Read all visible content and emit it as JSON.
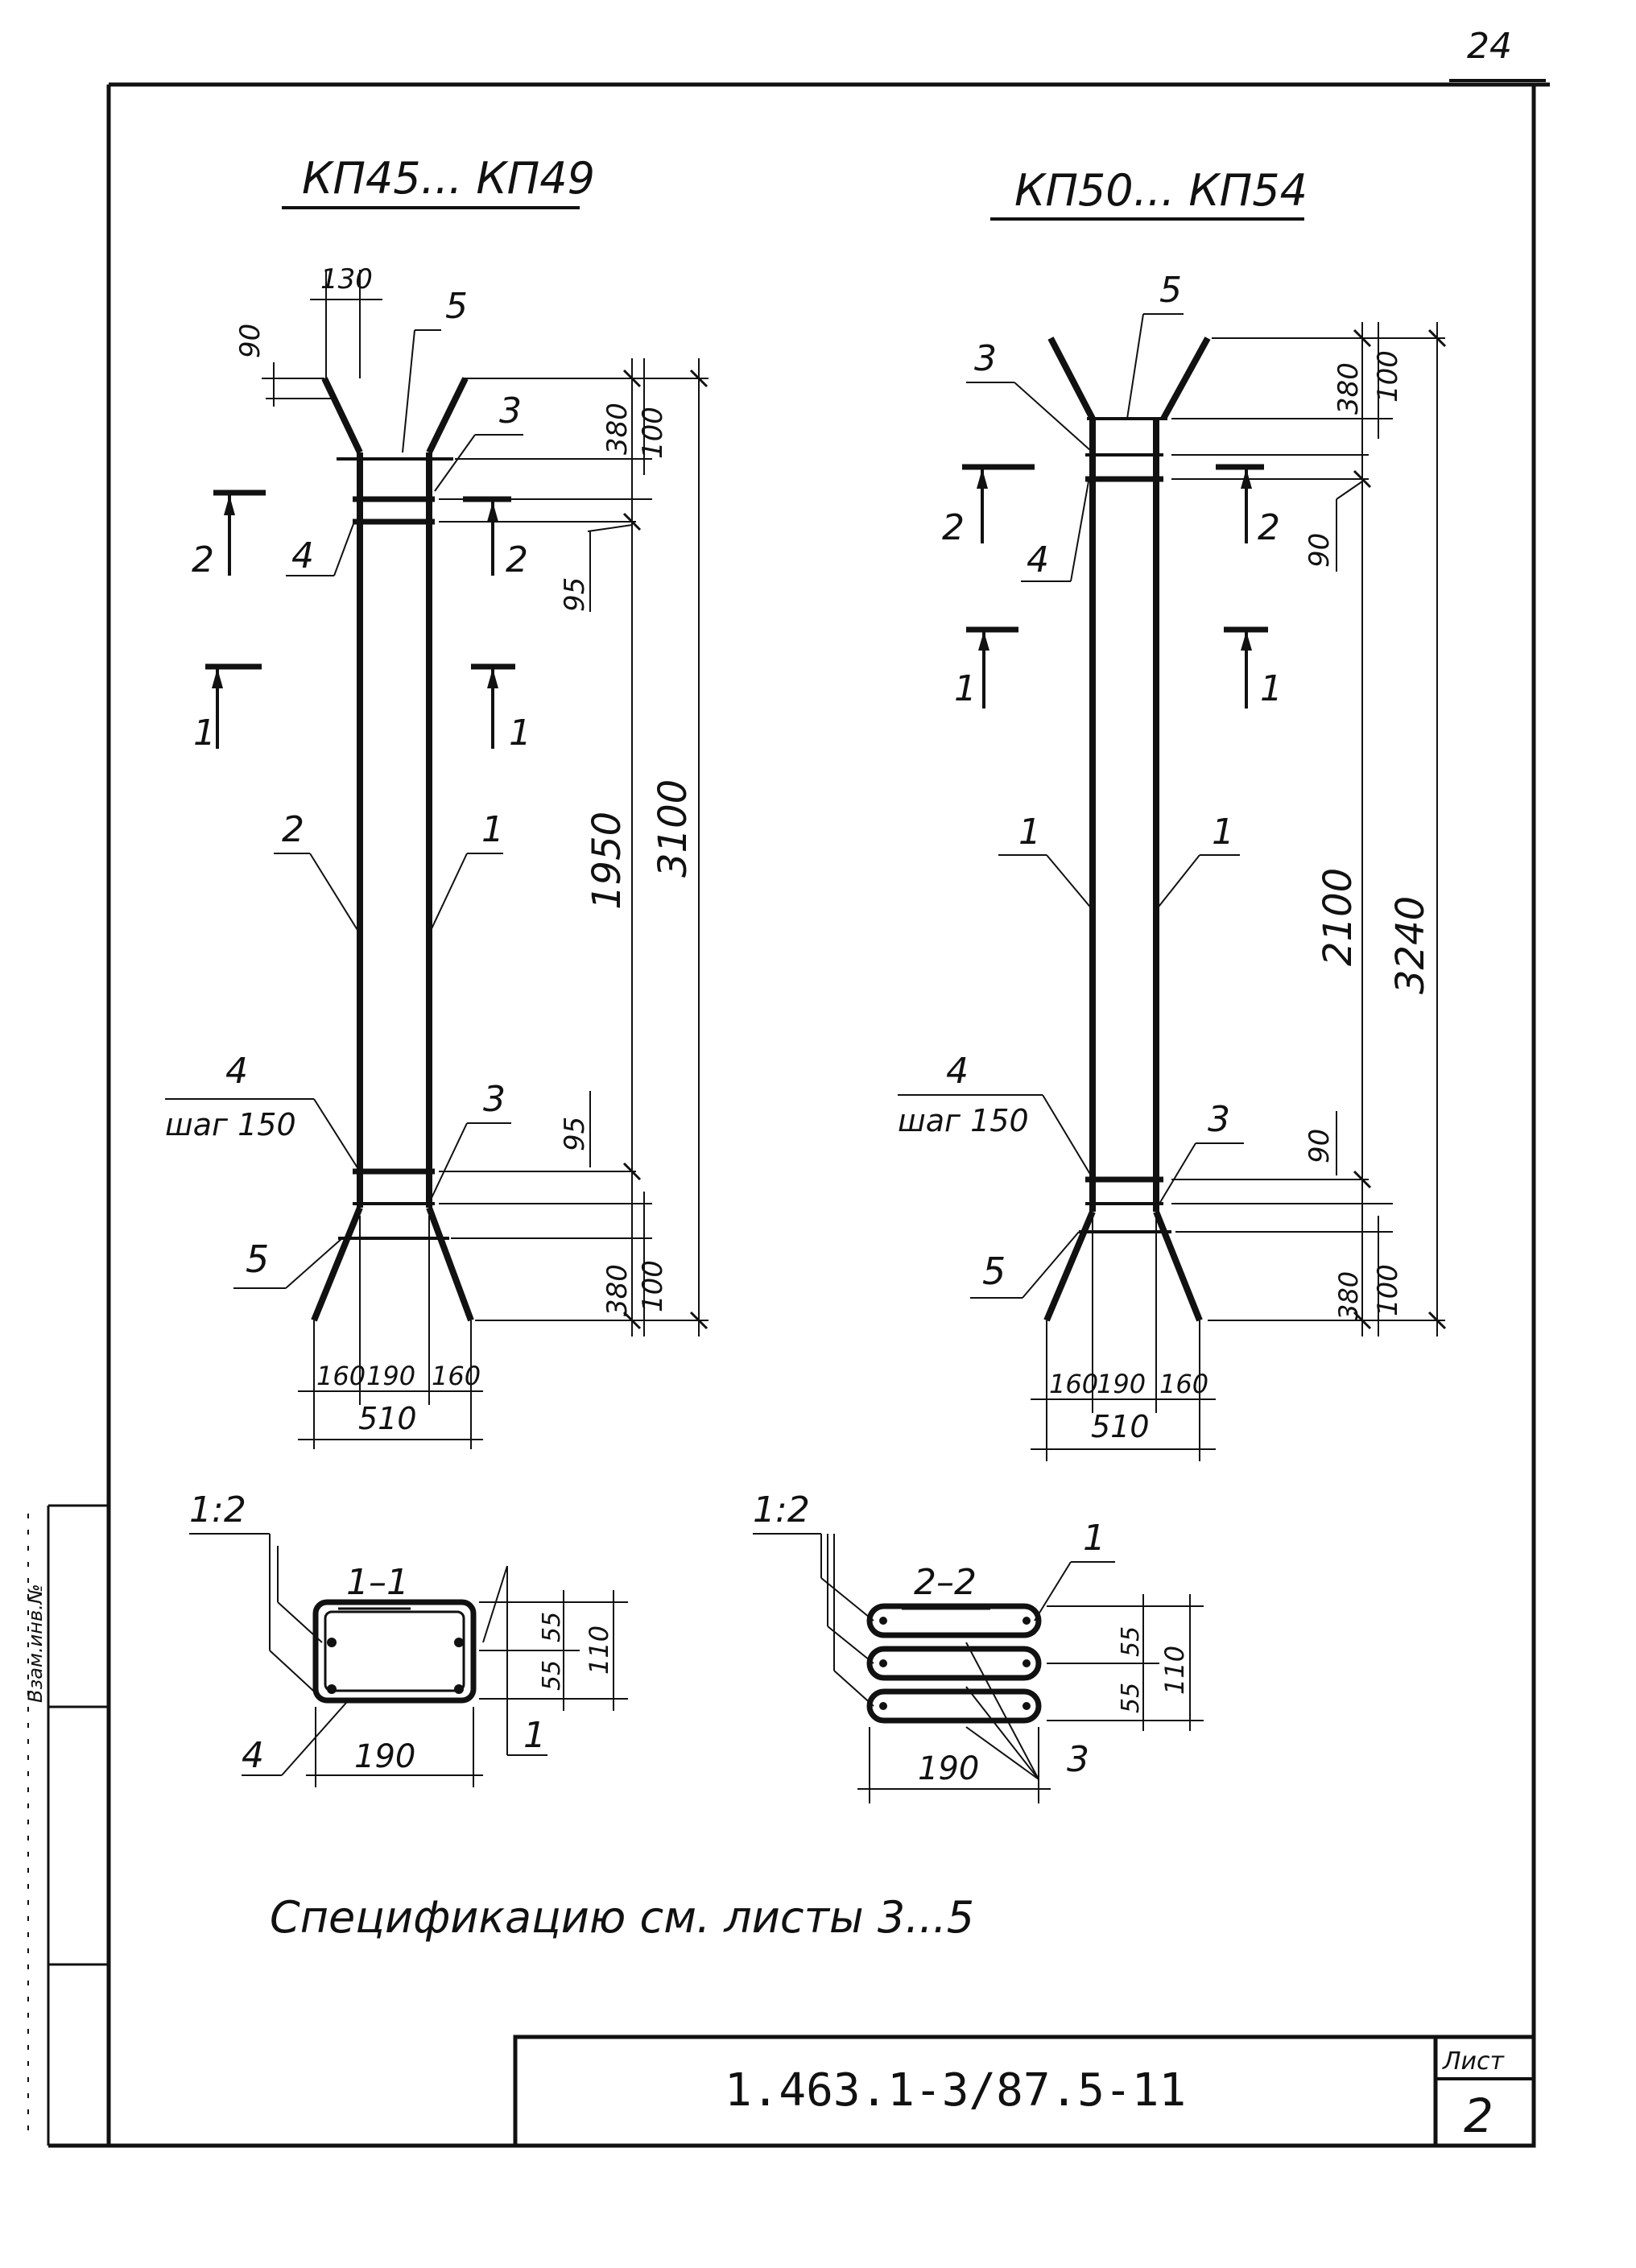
{
  "page_number": "24",
  "left_view": {
    "title": "КП45... КП49",
    "top_dims": {
      "d130": "130",
      "d90": "90"
    },
    "vert_dims": {
      "d380_top": "380",
      "d100_top": "100",
      "d95_top": "95",
      "d1950": "1950",
      "d3100": "3100",
      "d95_bot": "95",
      "d380_bot": "380",
      "d100_bot": "100"
    },
    "bottom_dims": {
      "d160_left": "160",
      "d190": "190",
      "d160_right": "160",
      "d510": "510"
    },
    "callouts": {
      "c5_top": "5",
      "c3_top": "3",
      "c4_top": "4",
      "c2": "2",
      "c1": "1",
      "c4_step_num": "4",
      "c4_step_text": "шаг 150",
      "c3_bot": "3",
      "c5_bot": "5"
    },
    "section_marks": {
      "s2_left": "2",
      "s2_right": "2",
      "s1_left": "1",
      "s1_right": "1"
    }
  },
  "right_view": {
    "title": "КП50... КП54",
    "vert_dims": {
      "d380_top": "380",
      "d100_top": "100",
      "d90_top": "90",
      "d2100": "2100",
      "d3240": "3240",
      "d90_bot": "90",
      "d380_bot": "380",
      "d100_bot": "100"
    },
    "bottom_dims": {
      "d160_left": "160",
      "d190": "190",
      "d160_right": "160",
      "d510": "510"
    },
    "callouts": {
      "c5_top": "5",
      "c3_top": "3",
      "c4_top": "4",
      "c1_left": "1",
      "c1_right": "1",
      "c4_step_num": "4",
      "c4_step_text": "шаг 150",
      "c3_bot": "3",
      "c5_bot": "5"
    },
    "section_marks": {
      "s2_left": "2",
      "s2_right": "2",
      "s1_left": "1",
      "s1_right": "1"
    }
  },
  "section_1": {
    "title": "1–1",
    "scale": "1:2",
    "d55a": "55",
    "d55b": "55",
    "d110": "110",
    "d190": "190",
    "c4": "4",
    "c1": "1"
  },
  "section_2": {
    "title": "2–2",
    "scale": "1:2",
    "d55a": "55",
    "d55b": "55",
    "d110": "110",
    "d190": "190",
    "c1": "1",
    "c3": "3"
  },
  "spec_note": "Спецификацию см. листы 3...5",
  "title_block": {
    "code": "1.463.1-3/87.5-11",
    "sheet_label": "Лист",
    "sheet_number": "2"
  },
  "margin_stamp": {
    "text": "Взам.инв.№"
  }
}
